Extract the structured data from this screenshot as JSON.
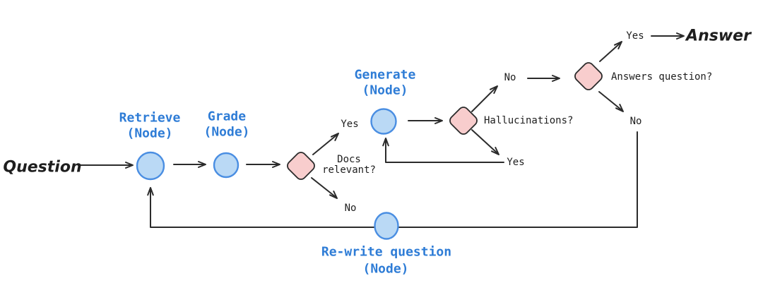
{
  "diagram": {
    "kind": "flowchart",
    "colors": {
      "background": "#ffffff",
      "node_fill": "#bad9f5",
      "node_stroke": "#4a8ee2",
      "decision_fill": "#f8cdcd",
      "decision_stroke": "#2b2b2b",
      "edge": "#2b2b2b",
      "node_label_blue": "#2e7cd6",
      "text_dark": "#1e1e1e"
    },
    "terminals": {
      "question": {
        "label": "Question"
      },
      "answer": {
        "label": "Answer"
      }
    },
    "nodes": {
      "retrieve": {
        "label": "Retrieve",
        "sublabel": "(Node)"
      },
      "grade": {
        "label": "Grade",
        "sublabel": "(Node)"
      },
      "generate": {
        "label": "Generate",
        "sublabel": "(Node)"
      },
      "rewrite": {
        "label": "Re-write question",
        "sublabel": "(Node)"
      }
    },
    "decisions": {
      "docs_relevant": {
        "label_line1": "Docs",
        "label_line2": "relevant?"
      },
      "hallucinations": {
        "label": "Hallucinations?"
      },
      "answers_question": {
        "label": "Answers question?"
      }
    },
    "edge_labels": {
      "docs_yes": "Yes",
      "docs_no": "No",
      "hallucinations_no": "No",
      "hallucinations_yes": "Yes",
      "answers_yes": "Yes",
      "answers_no": "No"
    }
  }
}
